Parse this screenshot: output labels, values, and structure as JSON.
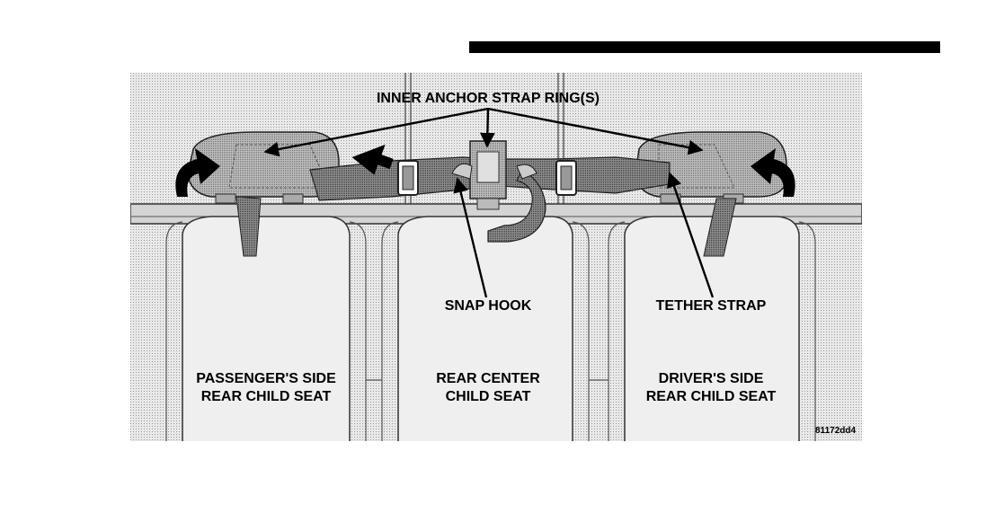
{
  "figure": {
    "labels": {
      "inner_anchor": "INNER ANCHOR STRAP RING(S)",
      "snap_hook": "SNAP HOOK",
      "tether_strap": "TETHER STRAP",
      "passenger_line1": "PASSENGER'S SIDE",
      "passenger_line2": "REAR CHILD SEAT",
      "center_line1": "REAR CENTER",
      "center_line2": "CHILD SEAT",
      "driver_line1": "DRIVER'S SIDE",
      "driver_line2": "REAR CHILD SEAT"
    },
    "figure_code": "81172dd4"
  }
}
